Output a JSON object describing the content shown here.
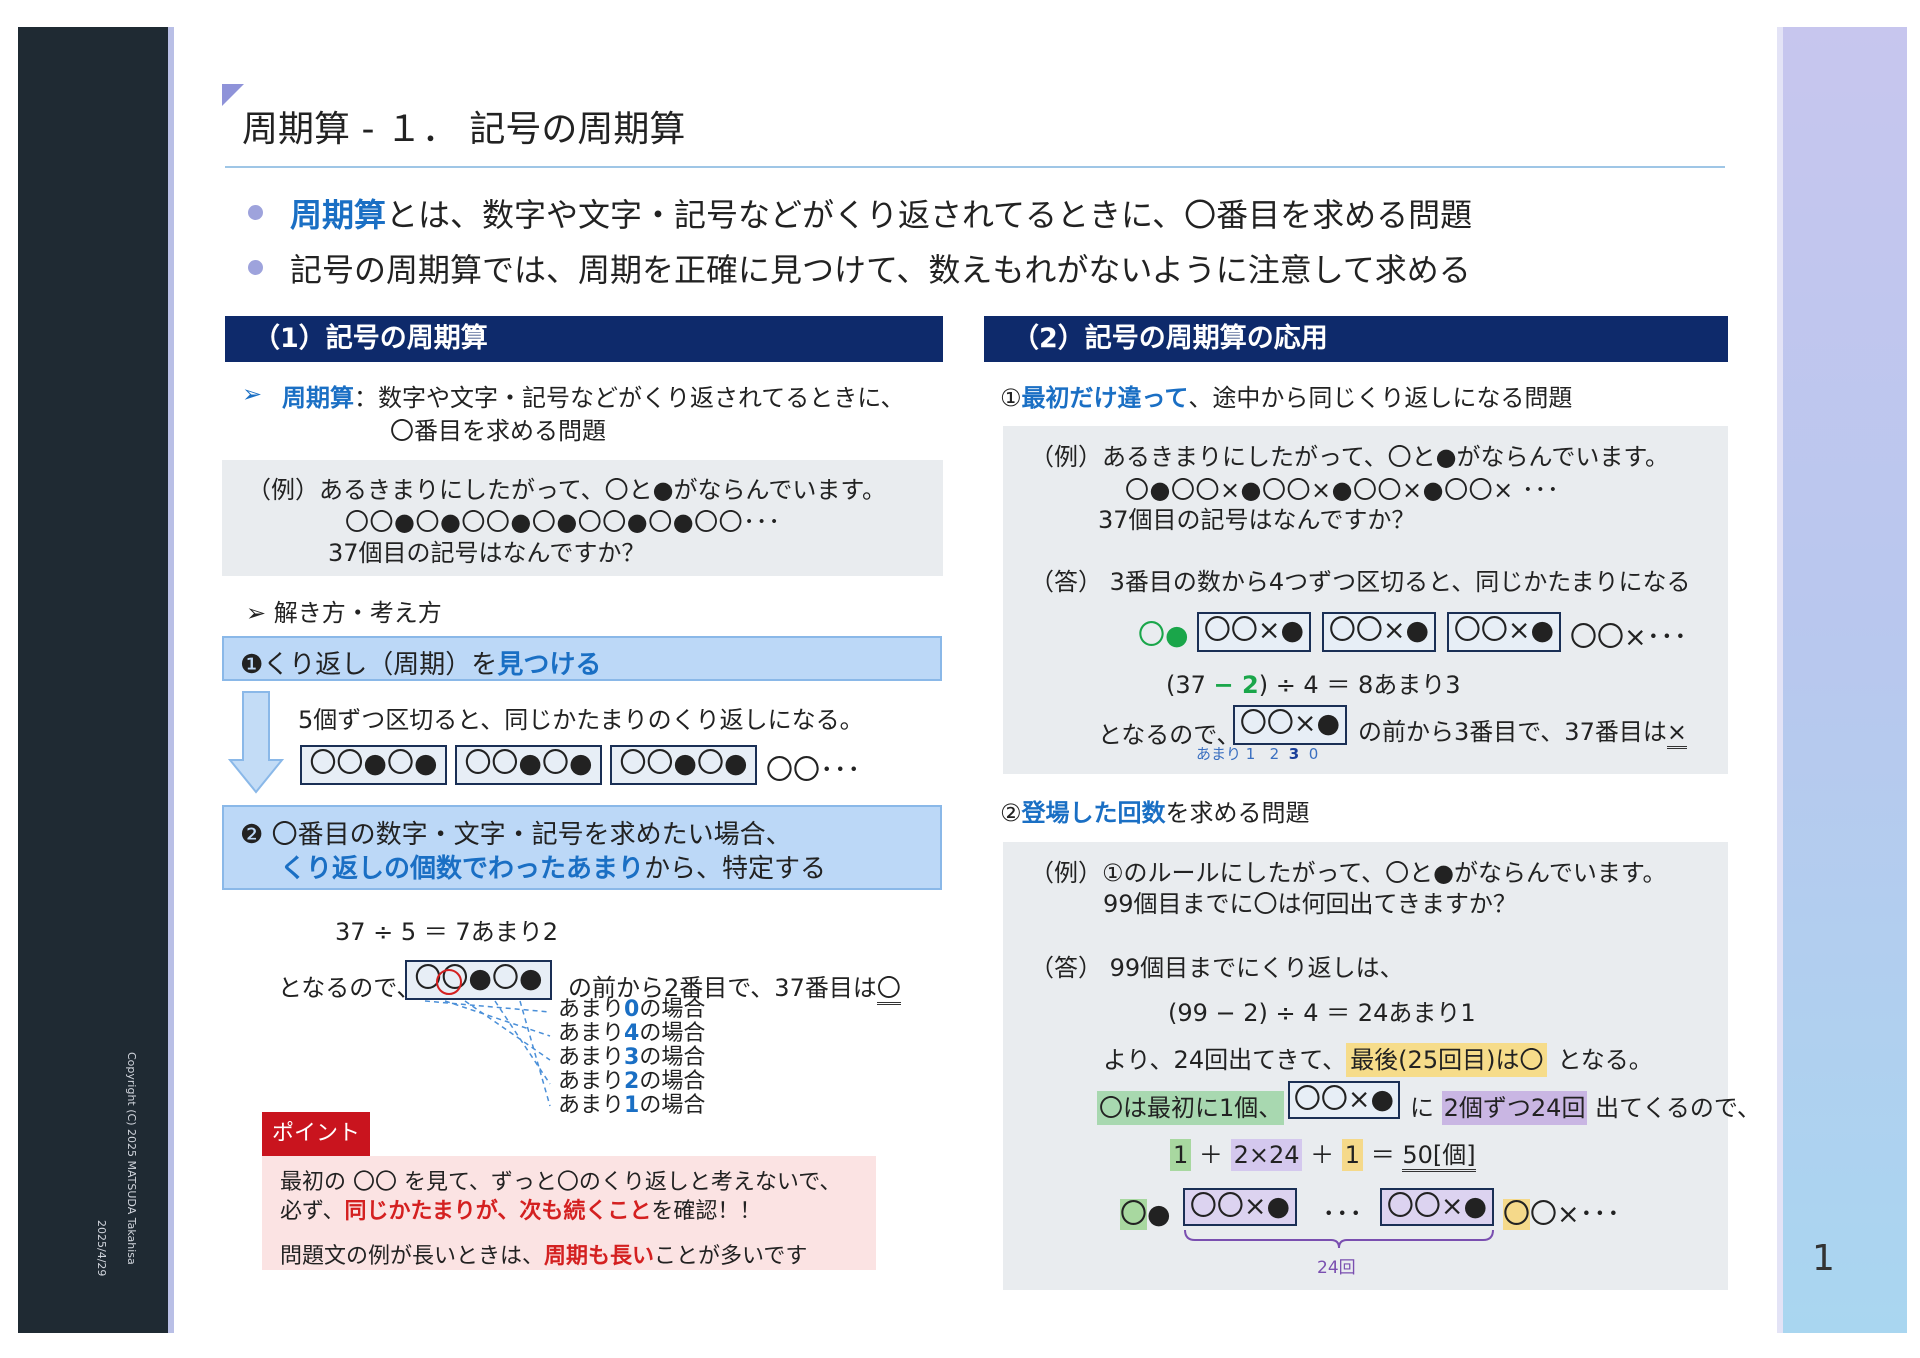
{
  "sidebar": {
    "copyright": "Copyright (C) 2025 MATSUDA Takahisa",
    "date": "2025/4/29"
  },
  "page_number": "1",
  "title": "周期算 - １． 記号の周期算",
  "intro": {
    "b1_keyword": "周期算",
    "b1_rest": "とは、数字や文字・記号などがくり返されてるときに、〇番目を求める問題",
    "b2": "記号の周期算では、周期を正確に見つけて、数えもれがないように注意して求める"
  },
  "left": {
    "header": "（1）記号の周期算",
    "def_keyword": "周期算",
    "def_line1": "：数字や文字・記号などがくり返されてるときに、",
    "def_line2": "〇番目を求める問題",
    "example_l1": "（例）あるきまりにしたがって、〇と●がならんでいます。",
    "example_l2": "〇〇●〇●〇〇●〇●〇〇●〇●〇〇･･･",
    "example_l3": "37個目の記号はなんですか？",
    "method": "解き方・考え方",
    "step1_prefix": "❶くり返し（周期）を",
    "step1_keyword": "見つける",
    "step1_note": "5個ずつ区切ると、同じかたまりのくり返しになる。",
    "group": "〇〇●〇●",
    "group_tail": "〇〇･･･",
    "step2_l1": "❷ 〇番目の数字・文字・記号を求めたい場合、",
    "step2_l2_keyword": "くり返しの個数でわったあまり",
    "step2_l2_rest": "から、特定する",
    "calc": "37 ÷ 5 ＝ 7あまり2",
    "conclusion_pre": "となるので、",
    "conclusion_post": "の前から2番目で、37番目は",
    "conclusion_answer": "〇",
    "remainder_labels": [
      "あまり0の場合",
      "あまり4の場合",
      "あまり3の場合",
      "あまり2の場合",
      "あまり1の場合"
    ],
    "remainder_prefix": "あまり",
    "remainder_digits": [
      "0",
      "4",
      "3",
      "2",
      "1"
    ],
    "remainder_suffix": "の場合",
    "point_tag": "ポイント",
    "point_l1": "最初の 〇〇 を見て、ずっと〇のくり返しと考えないで、",
    "point_l2_pre": "必ず、",
    "point_l2_red": "同じかたまりが、次も続くこと",
    "point_l2_post": "を確認！！",
    "point_l3_pre": "問題文の例が長いときは、",
    "point_l3_red": "周期も長い",
    "point_l3_post": "ことが多いです"
  },
  "right": {
    "header": "（2）記号の周期算の応用",
    "q1_pre": "①",
    "q1_keyword": "最初だけ違って",
    "q1_rest": "、途中から同じくり返しになる問題",
    "ex1_l1": "（例）あるきまりにしたがって、〇と●がならんでいます。",
    "ex1_l2": "〇●〇〇×●〇〇×●〇〇×●〇〇× ･･･",
    "ex1_l3": "37個目の記号はなんですか？",
    "ans1_l1": "（答） 3番目の数から4つずつ区切ると、同じかたまりになる",
    "group": "〇〇×●",
    "group_tail": "〇〇×･･･",
    "lead_ring": "〇",
    "lead_dot": "●",
    "calc1_pre": "(37 ",
    "calc1_minus": "− 2",
    "calc1_post": ") ÷ 4 ＝ 8あまり3",
    "concl1_pre": "となるので、",
    "concl1_post": "の前から3番目で、37番目は",
    "concl1_answer": "×",
    "amari_label": "あまり",
    "amari_digits": [
      "1",
      "2",
      "3",
      "0"
    ],
    "q2_pre": "②",
    "q2_keyword": "登場した回数",
    "q2_rest": "を求める問題",
    "ex2_l1": "（例）①のルールにしたがって、〇と●がならんでいます。",
    "ex2_l2": "99個目までに〇は何回出てきますか？",
    "ans2_l1": "（答） 99個目までにくり返しは、",
    "calc2": "(99 − 2) ÷ 4 ＝ 24あまり1",
    "l3_pre": "より、24回出てきて、",
    "l3_hl": "最後(25回目)は〇",
    "l3_post": "となる。",
    "l4_hl1": "〇は最初に1個、",
    "l4_mid": "に",
    "l4_hl2": "2個ずつ24回",
    "l4_post": "出てくるので、",
    "sum_1a": "1",
    "sum_plus1": "＋",
    "sum_mid": "2×24",
    "sum_plus2": "＋",
    "sum_1b": "1",
    "sum_eq": "＝",
    "sum_result": "50[個]",
    "seq_ellipsis": "･･･",
    "seq_tail": "〇×･･･",
    "seq_tail_ring": "〇",
    "brace_label": "24回"
  },
  "colors": {
    "header_bg": "#0e2a6b",
    "accent_blue": "#1a6fc4",
    "accent_red": "#d42020",
    "accent_green": "#1aa64a"
  }
}
